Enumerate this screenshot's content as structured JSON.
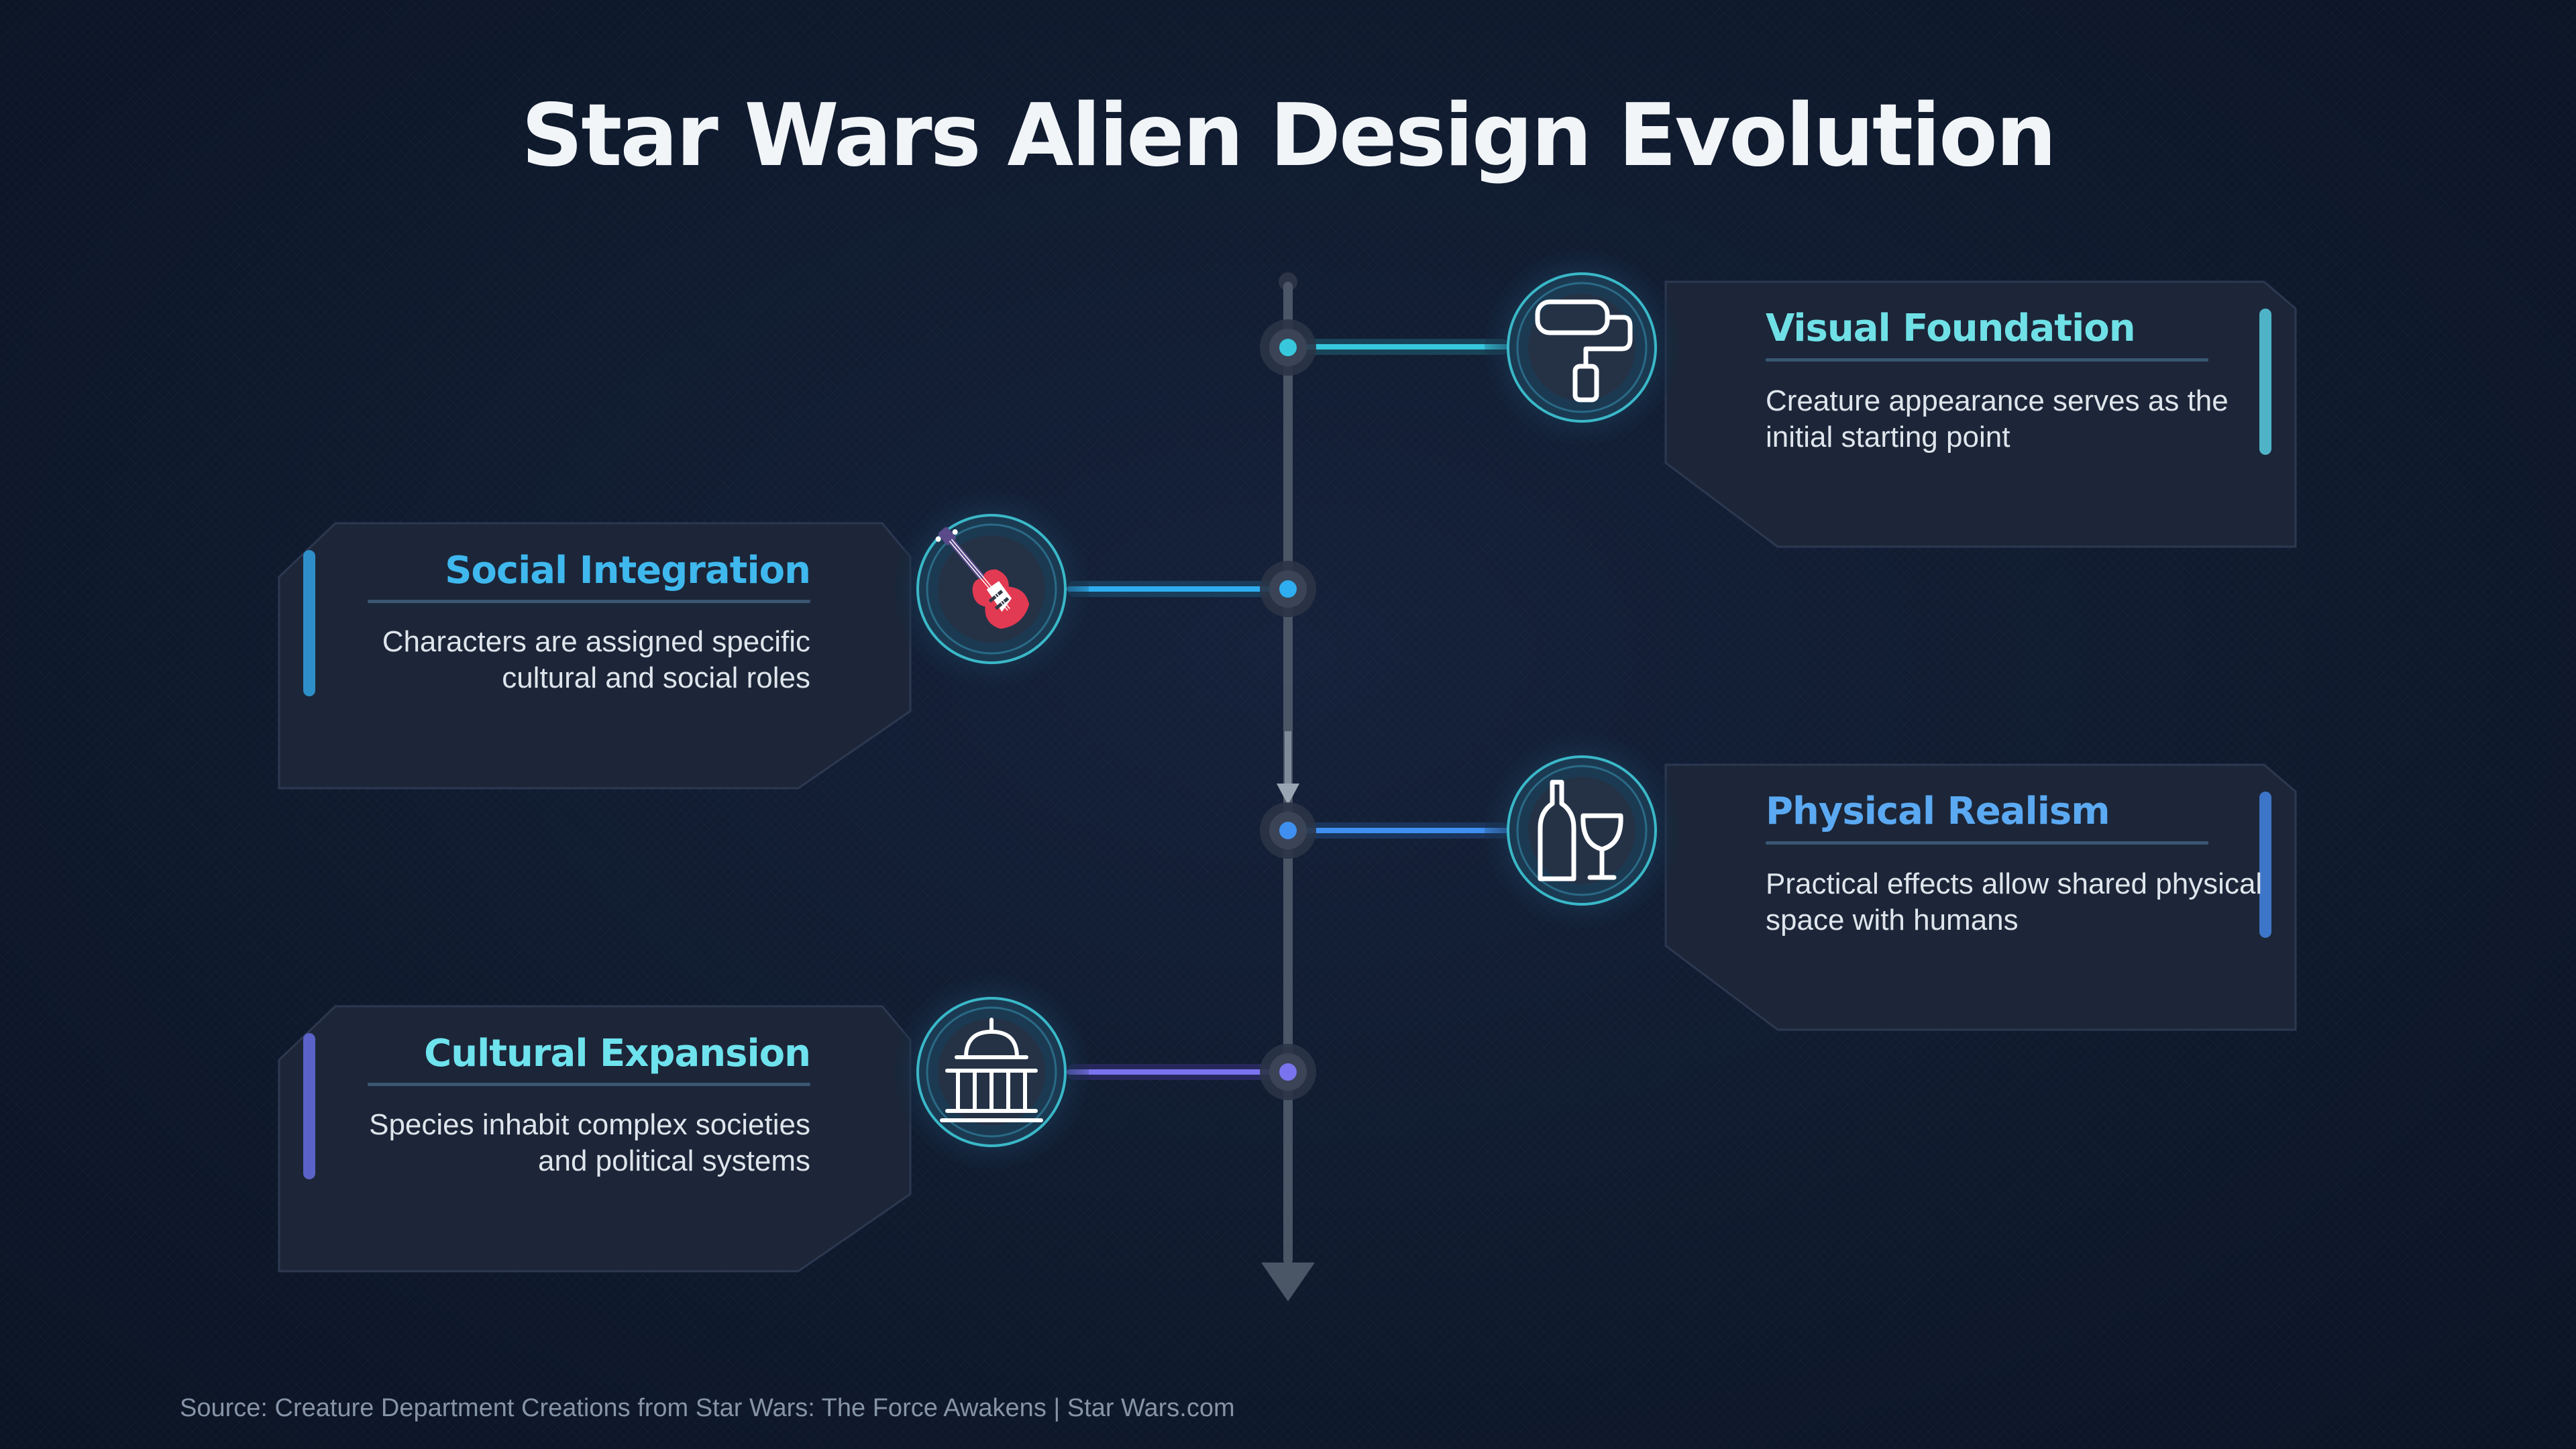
{
  "title": "Star Wars Alien Design Evolution",
  "source": "Source: Creature Department Creations from Star Wars: The Force Awakens | Star Wars.com",
  "stages": [
    {
      "id": "visual-foundation",
      "title": "Visual Foundation",
      "description": "Creature appearance serves as the initial starting point",
      "side": "right",
      "icon": "paint-roller-icon",
      "accent": "#6fe0e6",
      "bar": "#4fb3c8",
      "connector": "#37c8de"
    },
    {
      "id": "social-integration",
      "title": "Social Integration",
      "description": "Characters are assigned specific cultural and social roles",
      "side": "left",
      "icon": "electric-guitar-icon",
      "accent": "#3fb8ee",
      "bar": "#2e8fc8",
      "connector": "#2eaef0"
    },
    {
      "id": "physical-realism",
      "title": "Physical Realism",
      "description": "Practical effects allow shared physical space with humans",
      "side": "right",
      "icon": "wine-bottle-glass-icon",
      "accent": "#5ba9f2",
      "bar": "#3d75c8",
      "connector": "#3f8ff0"
    },
    {
      "id": "cultural-expansion",
      "title": "Cultural Expansion",
      "description": "Species inhabit complex societies and political systems",
      "side": "left",
      "icon": "capitol-building-icon",
      "accent": "#6ee3ee",
      "bar": "#5b62c8",
      "connector": "#7a73ee"
    }
  ],
  "colors": {
    "background": "#0f1a2e",
    "card": "#1c2638",
    "timeline": "#4a5566",
    "title": "#f2f5f8",
    "body_text": "#dfe5ec",
    "source_text": "#8794a8"
  }
}
